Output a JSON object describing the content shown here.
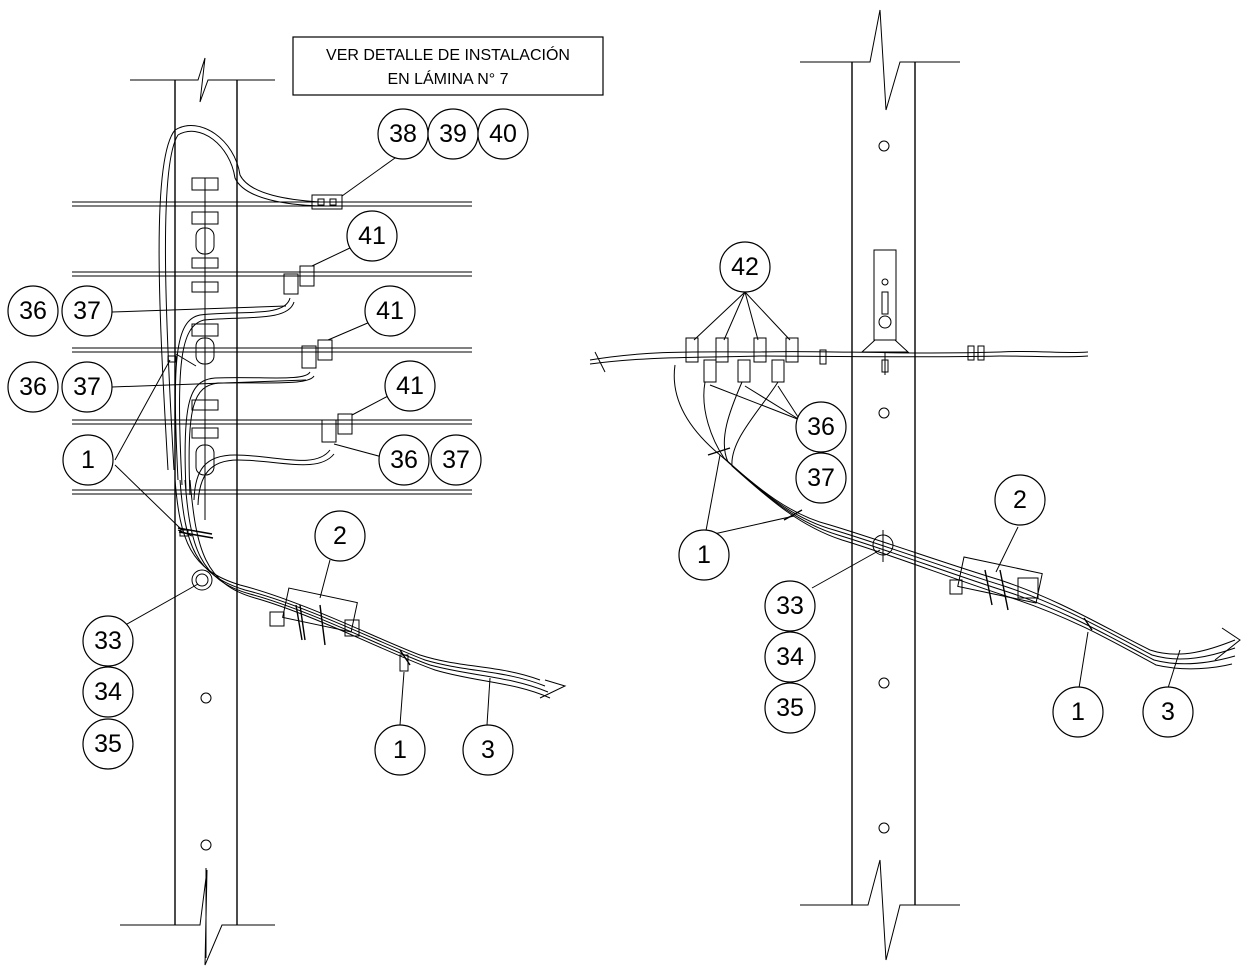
{
  "note": {
    "line1": "VER DETALLE DE INSTALACIÓN",
    "line2": "EN LÁMINA N° 7"
  },
  "left_view": {
    "callouts": [
      {
        "key": "c38",
        "text": "38"
      },
      {
        "key": "c39",
        "text": "39"
      },
      {
        "key": "c40",
        "text": "40"
      },
      {
        "key": "c41a",
        "text": "41"
      },
      {
        "key": "c41b",
        "text": "41"
      },
      {
        "key": "c41c",
        "text": "41"
      },
      {
        "key": "c36a",
        "text": "36"
      },
      {
        "key": "c37a",
        "text": "37"
      },
      {
        "key": "c36b",
        "text": "36"
      },
      {
        "key": "c37b",
        "text": "37"
      },
      {
        "key": "c36c",
        "text": "36"
      },
      {
        "key": "c37c",
        "text": "37"
      },
      {
        "key": "c1a",
        "text": "1"
      },
      {
        "key": "c2",
        "text": "2"
      },
      {
        "key": "c33",
        "text": "33"
      },
      {
        "key": "c34",
        "text": "34"
      },
      {
        "key": "c35",
        "text": "35"
      },
      {
        "key": "c1b",
        "text": "1"
      },
      {
        "key": "c3",
        "text": "3"
      }
    ]
  },
  "right_view": {
    "callouts": [
      {
        "key": "r42",
        "text": "42"
      },
      {
        "key": "r36",
        "text": "36"
      },
      {
        "key": "r37",
        "text": "37"
      },
      {
        "key": "r2",
        "text": "2"
      },
      {
        "key": "r1a",
        "text": "1"
      },
      {
        "key": "r33",
        "text": "33"
      },
      {
        "key": "r34",
        "text": "34"
      },
      {
        "key": "r35",
        "text": "35"
      },
      {
        "key": "r1b",
        "text": "1"
      },
      {
        "key": "r3",
        "text": "3"
      }
    ]
  }
}
